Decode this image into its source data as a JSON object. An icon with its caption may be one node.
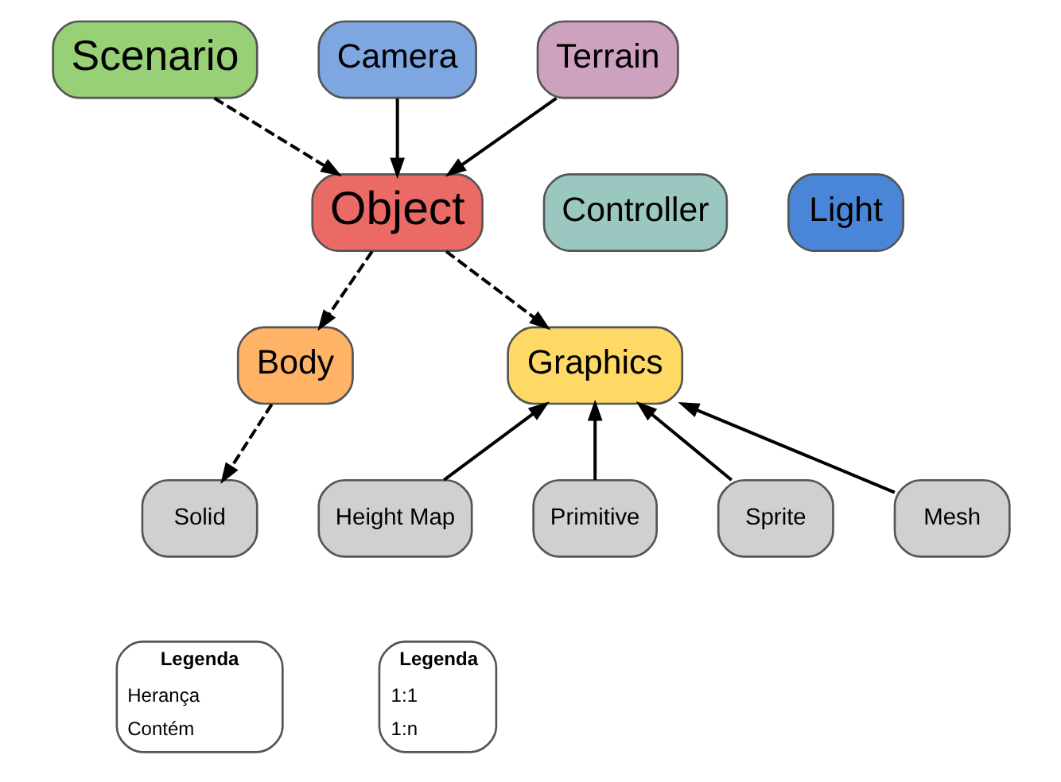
{
  "diagram": {
    "nodes": [
      {
        "text": [
          "Scenario"
        ]
      },
      {
        "text": [
          "Camera"
        ]
      },
      {
        "text": [
          "Controller"
        ]
      },
      {
        "text": [
          "Terrain"
        ]
      },
      {
        "text": [
          "Object"
        ]
      },
      {
        "text": [
          "Light"
        ]
      },
      {
        "text": [
          "Body"
        ]
      },
      {
        "text": [
          "Graphics"
        ]
      },
      {
        "text": [
          "Solid"
        ]
      },
      {
        "text": [
          "Height Map"
        ]
      },
      {
        "text": [
          "Primitive"
        ]
      },
      {
        "text": [
          "Sprite"
        ]
      },
      {
        "text": [
          "Mesh"
        ]
      }
    ],
    "edges": [
      {
        "from": 0,
        "to": 4,
        "arrow": "to",
        "style": "dashed"
      },
      {
        "from": 1,
        "to": 4,
        "arrow": "to"
      },
      {
        "from": 3,
        "to": 4,
        "arrow": "to"
      },
      {
        "from": 4,
        "to": 6,
        "arrow": "to",
        "style": "dashed"
      },
      {
        "from": 4,
        "to": 7,
        "arrow": "to",
        "style": "dashed"
      },
      {
        "from": 6,
        "to": 8,
        "arrow": "to",
        "style": "dashed"
      },
      {
        "from": 9,
        "to": 7,
        "arrow": "to"
      },
      {
        "from": 10,
        "to": 7,
        "arrow": "to"
      },
      {
        "from": 11,
        "to": 7,
        "arrow": "to"
      },
      {
        "from": 12,
        "to": 7,
        "arrow": "to"
      }
    ],
    "labels": [
      "Legenda",
      "Legenda"
    ],
    "legend": [
      {
        "text": "Herança"
      },
      {
        "text": "Contém"
      },
      {
        "text": "1:1"
      },
      {
        "text": "1:n"
      }
    ]
  }
}
